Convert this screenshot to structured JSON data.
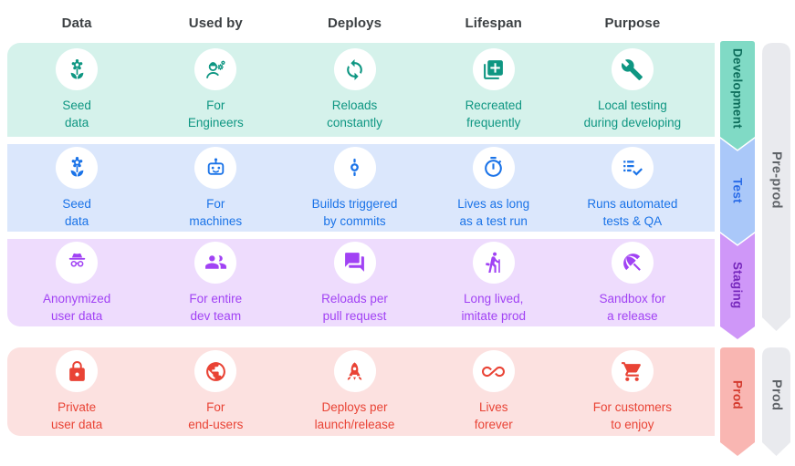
{
  "header": {
    "columns": [
      "Data",
      "Used by",
      "Deploys",
      "Lifespan",
      "Purpose"
    ]
  },
  "rows": [
    {
      "id": "development",
      "ribbon": "Development",
      "colors": {
        "bg": "#d5f2eb",
        "text": "#0e9682",
        "ribbon_bg": "#80dac5",
        "ribbon_text": "#0e6e5c"
      },
      "cells": [
        {
          "icon": "seed-icon",
          "label": "Seed\ndata"
        },
        {
          "icon": "engineer-icon",
          "label": "For\nEngineers"
        },
        {
          "icon": "sync-icon",
          "label": "Reloads\nconstantly"
        },
        {
          "icon": "library-add-icon",
          "label": "Recreated\nfrequently"
        },
        {
          "icon": "wrench-icon",
          "label": "Local testing\nduring developing"
        }
      ]
    },
    {
      "id": "test",
      "ribbon": "Test",
      "colors": {
        "bg": "#dbe7fc",
        "text": "#1a73e8",
        "ribbon_bg": "#aac8f9",
        "ribbon_text": "#2a6ce8"
      },
      "cells": [
        {
          "icon": "seed-icon",
          "label": "Seed\ndata"
        },
        {
          "icon": "robot-icon",
          "label": "For\nmachines"
        },
        {
          "icon": "commit-icon",
          "label": "Builds triggered\nby commits"
        },
        {
          "icon": "timer-icon",
          "label": "Lives as long\nas a test run"
        },
        {
          "icon": "checklist-icon",
          "label": "Runs automated\ntests & QA"
        }
      ]
    },
    {
      "id": "staging",
      "ribbon": "Staging",
      "colors": {
        "bg": "#eedcfd",
        "text": "#a142f4",
        "ribbon_bg": "#cf97f8",
        "ribbon_text": "#7627bc"
      },
      "cells": [
        {
          "icon": "incognito-icon",
          "label": "Anonymized\nuser data"
        },
        {
          "icon": "group-icon",
          "label": "For entire\ndev team"
        },
        {
          "icon": "chat-icon",
          "label": "Reloads per\npull request"
        },
        {
          "icon": "hiking-icon",
          "label": "Long lived,\nimitate prod"
        },
        {
          "icon": "umbrella-icon",
          "label": "Sandbox for\na release"
        }
      ]
    },
    {
      "id": "prod",
      "ribbon": "Prod",
      "colors": {
        "bg": "#fce1e0",
        "text": "#e94335",
        "ribbon_bg": "#f9b6b2",
        "ribbon_text": "#d43a2e"
      },
      "cells": [
        {
          "icon": "lock-icon",
          "label": "Private\nuser data"
        },
        {
          "icon": "globe-icon",
          "label": "For\nend-users"
        },
        {
          "icon": "rocket-icon",
          "label": "Deploys per\nlaunch/release"
        },
        {
          "icon": "infinity-icon",
          "label": "Lives\nforever"
        },
        {
          "icon": "cart-icon",
          "label": "For customers\nto enjoy"
        }
      ]
    }
  ],
  "group_ribbons": [
    {
      "label": "Pre-prod",
      "bg": "#e9eaee",
      "text": "#5f6368"
    },
    {
      "label": "Prod",
      "bg": "#e9eaee",
      "text": "#5f6368"
    }
  ]
}
